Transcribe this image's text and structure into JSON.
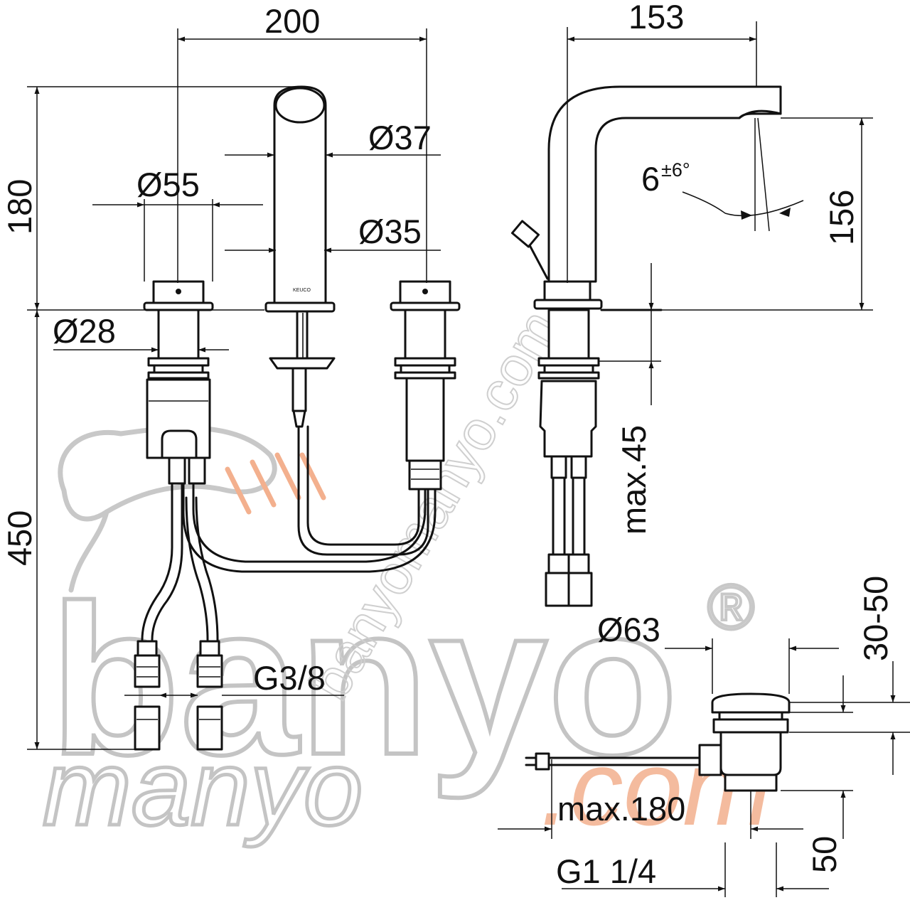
{
  "dimensions": {
    "width_total": "200",
    "depth": "153",
    "spout_height": "180",
    "below_deck": "450",
    "dia_handle": "Ø55",
    "dia_shank": "Ø28",
    "dia_spout_top": "Ø37",
    "dia_spout_base": "Ø35",
    "spout_outlet_height": "156",
    "angle_base": "6",
    "angle_tol": "±6°",
    "deck_thickness": "max.45",
    "hose_thread": "G3/8",
    "waste_dia": "Ø63",
    "waste_range": "30-50",
    "rod_length": "max.180",
    "waste_depth": "50",
    "waste_thread": "G1 1/4"
  },
  "brand_mark": "KEUCO",
  "watermark": {
    "line1": "banyo",
    "line2": "manyo",
    "suffix": ".com",
    "diagonal": "banyomanyo.com",
    "registered": "®"
  },
  "colors": {
    "ink": "#111111",
    "watermark_grey": "#bdbdbd",
    "watermark_orange": "#f3b08e"
  }
}
